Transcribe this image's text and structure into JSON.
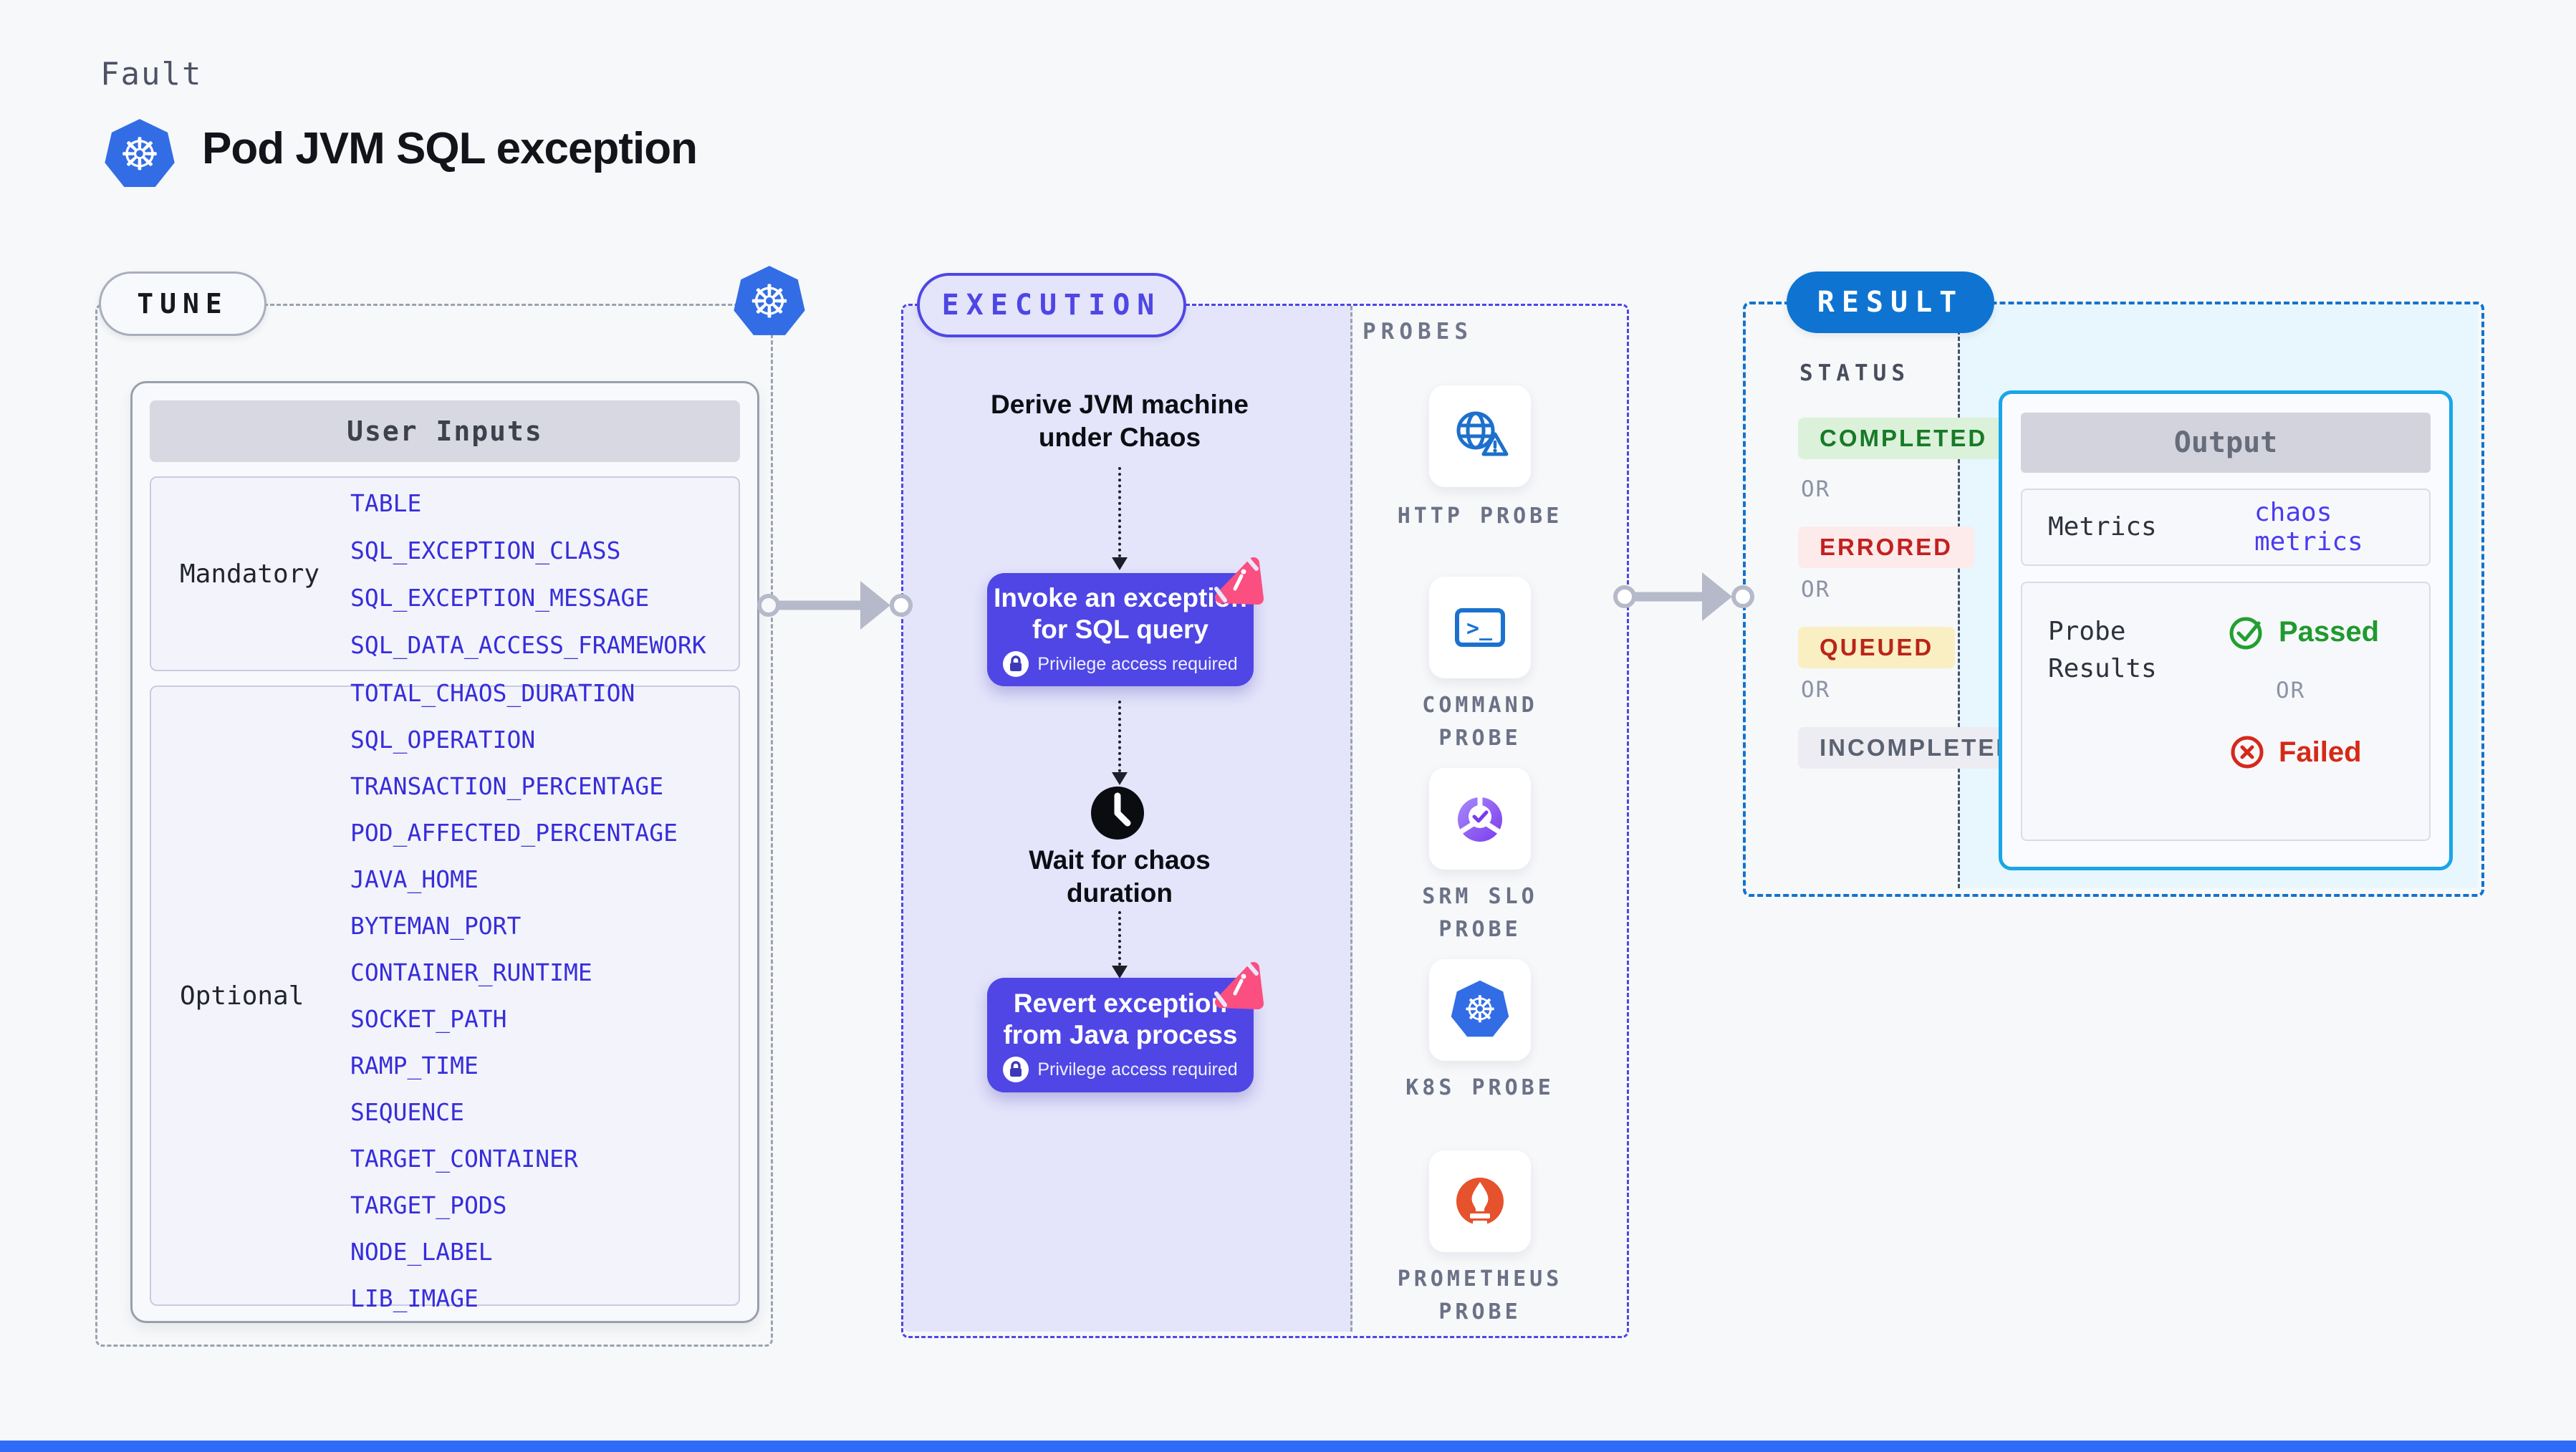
{
  "header": {
    "eyebrow": "Fault",
    "title": "Pod JVM SQL exception"
  },
  "tune": {
    "pill": "TUNE",
    "table": {
      "header": "User Inputs",
      "mandatory_label": "Mandatory",
      "mandatory_params": [
        "TABLE",
        "SQL_EXCEPTION_CLASS",
        "SQL_EXCEPTION_MESSAGE",
        "SQL_DATA_ACCESS_FRAMEWORK"
      ],
      "optional_label": "Optional",
      "optional_params": [
        "TOTAL_CHAOS_DURATION",
        "SQL_OPERATION",
        "TRANSACTION_PERCENTAGE",
        "POD_AFFECTED_PERCENTAGE",
        "JAVA_HOME",
        "BYTEMAN_PORT",
        "CONTAINER_RUNTIME",
        "SOCKET_PATH",
        "RAMP_TIME",
        "SEQUENCE",
        "TARGET_CONTAINER",
        "TARGET_PODS",
        "NODE_LABEL",
        "LIB_IMAGE"
      ]
    }
  },
  "execution": {
    "pill": "EXECUTION",
    "derive": "Derive JVM machine\nunder Chaos",
    "invoke": "Invoke an exception\nfor SQL query",
    "wait": "Wait for chaos\nduration",
    "revert": "Revert exception\nfrom Java process",
    "privilege": "Privilege access required"
  },
  "probes": {
    "heading": "PROBES",
    "items": [
      {
        "id": "http",
        "label": "HTTP PROBE"
      },
      {
        "id": "command",
        "label": "COMMAND\nPROBE"
      },
      {
        "id": "srm-slo",
        "label": "SRM SLO\nPROBE"
      },
      {
        "id": "k8s",
        "label": "K8S PROBE"
      },
      {
        "id": "prometheus",
        "label": "PROMETHEUS\nPROBE"
      }
    ]
  },
  "result": {
    "pill": "RESULT",
    "status_heading": "STATUS",
    "or": "OR",
    "statuses": {
      "completed": "COMPLETED",
      "errored": "ERRORED",
      "queued": "QUEUED",
      "incompleted": "INCOMPLETED"
    },
    "output": {
      "header": "Output",
      "metrics_label": "Metrics",
      "metrics_value": "chaos metrics",
      "probe_results_label": "Probe\nResults",
      "passed": "Passed",
      "failed": "Failed"
    }
  },
  "colors": {
    "accent_indigo": "#4f46e5",
    "accent_blue": "#1173cf",
    "accent_cyan": "#18a6e8",
    "param_text": "#372ddb",
    "pink_badge": "#fa4f80",
    "passed_green": "#1f9a2e",
    "failed_red": "#d42a16",
    "k8s_blue": "#326de6",
    "prometheus_orange": "#e6522c",
    "lavender_panel": "#e4e4fb",
    "cyan_panel": "#e8f6fd"
  }
}
